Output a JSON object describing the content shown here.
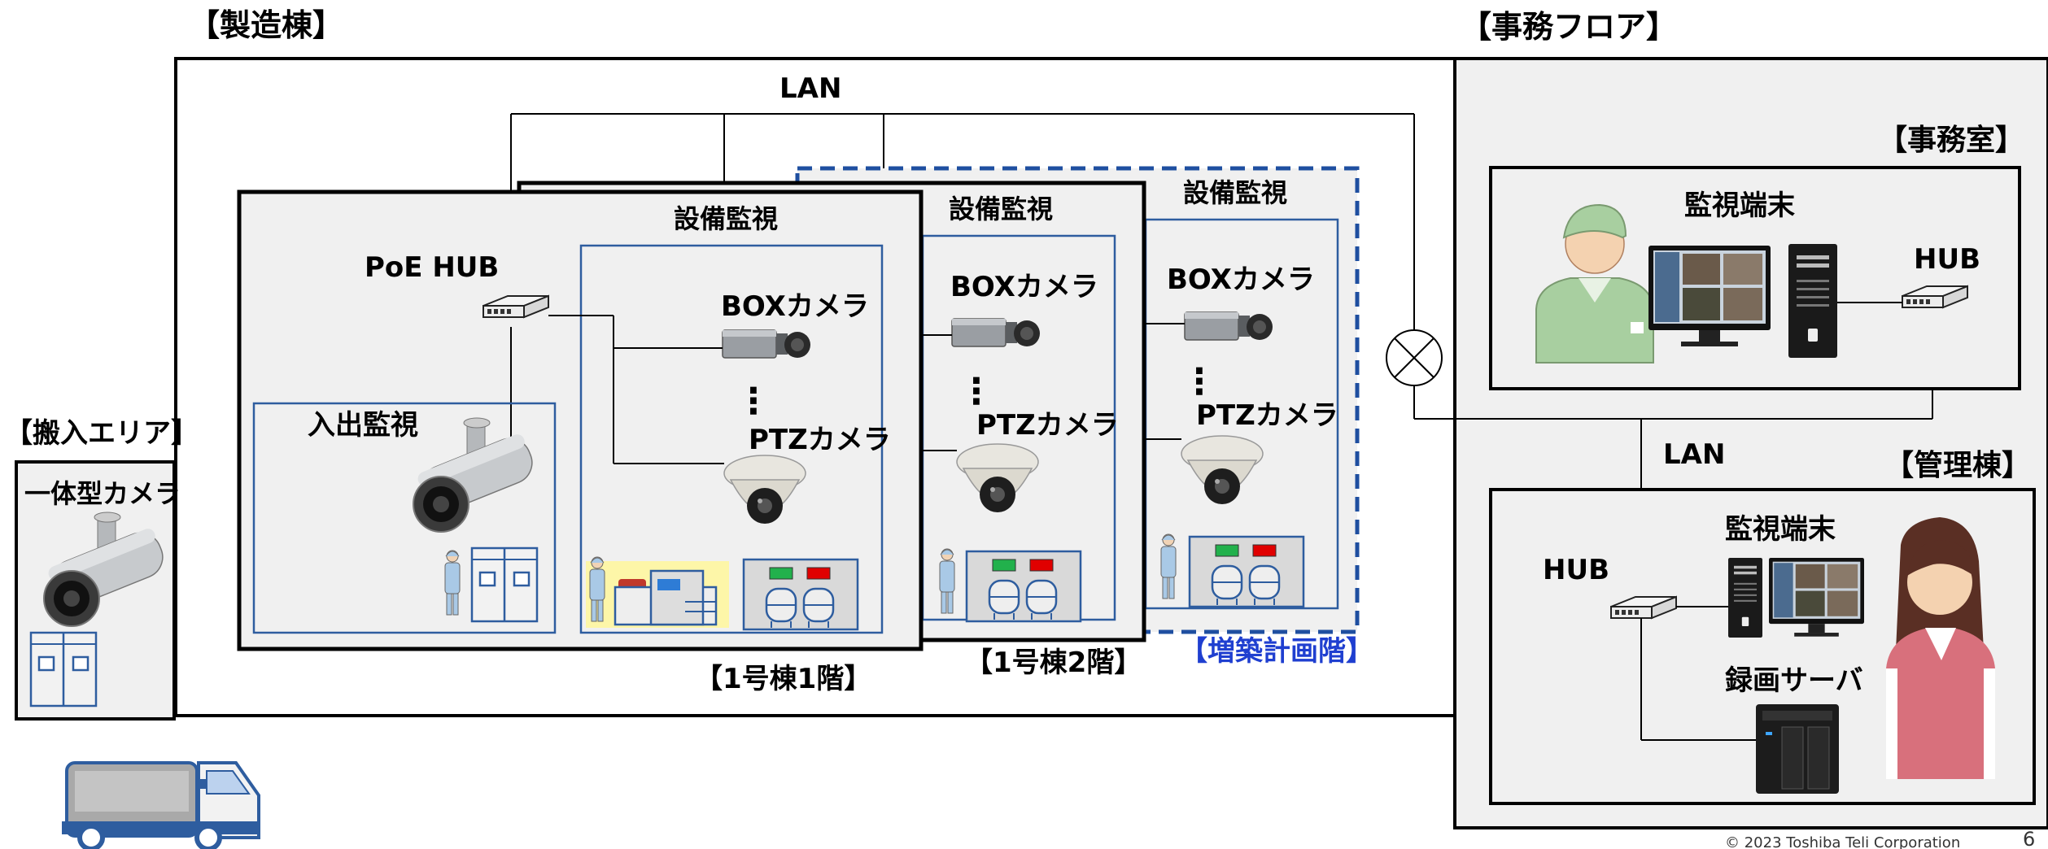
{
  "labels": {
    "factory_building": "【製造棟】",
    "office_floor": "【事務フロア】",
    "office_room": "【事務室】",
    "management_building": "【管理棟】",
    "delivery_area": "【搬入エリア】",
    "lan_top": "LAN",
    "lan_mid": "LAN",
    "poe_hub": "PoE HUB",
    "hub_office": "HUB",
    "hub_mgmt": "HUB",
    "monitor_terminal_office": "監視端末",
    "monitor_terminal_mgmt": "監視端末",
    "recording_server": "録画サーバ",
    "integrated_camera": "一体型カメラ",
    "entry_monitoring": "入出監視",
    "equipment_monitoring_1": "設備監視",
    "equipment_monitoring_2": "設備監視",
    "equipment_monitoring_3": "設備監視",
    "box_camera_1": "BOXカメラ",
    "box_camera_2": "BOXカメラ",
    "box_camera_3": "BOXカメラ",
    "ptz_camera_1": "PTZカメラ",
    "ptz_camera_2": "PTZカメラ",
    "ptz_camera_3": "PTZカメラ",
    "building1_floor1": "【1号棟1階】",
    "building1_floor2": "【1号棟2階】",
    "expansion_floor": "【増築計画階】",
    "ellipsis": "⋮",
    "copyright": "© 2023 Toshiba Teli Corporation",
    "page_number": "6"
  },
  "colors": {
    "frame_blue": "#2e5d9f",
    "dashed_blue": "#1f4fa0",
    "expansion_text": "#1f3fd0",
    "panel_gray": "#f0f0f0",
    "worker_green": "#a8cfa0",
    "staff_pink": "#d8707c"
  },
  "icons": [
    "hub-icon",
    "box-camera-icon",
    "ptz-camera-icon",
    "bullet-camera-icon",
    "worker-icon",
    "staff-icon",
    "pc-tower-icon",
    "monitor-icon",
    "nas-server-icon",
    "truck-icon",
    "gateway-icon",
    "door-icon",
    "tank-icon",
    "machine-icon",
    "person-small-icon"
  ]
}
